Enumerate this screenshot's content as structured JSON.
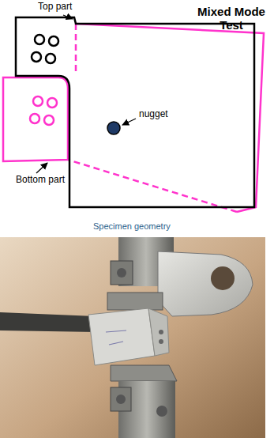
{
  "diagram": {
    "title": "Mixed Mode Test",
    "caption": "Specimen geometry",
    "labels": [
      "Top part",
      "nugget",
      "Bottom part"
    ]
  }
}
